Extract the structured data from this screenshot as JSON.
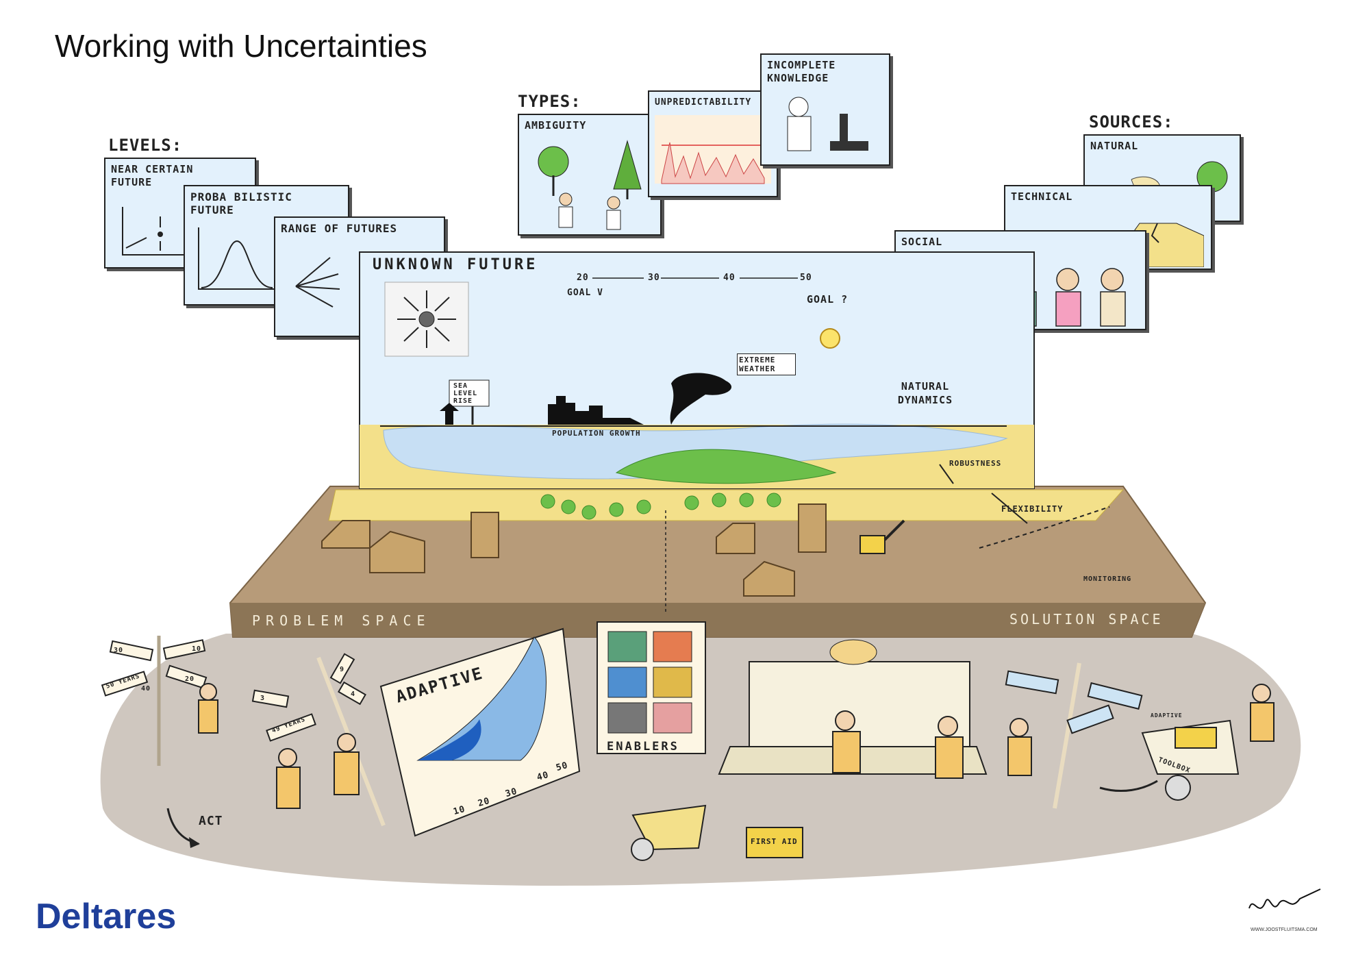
{
  "title": "Working with Uncertainties",
  "brand": "Deltares",
  "signature_url": "WWW.JOOSTFLUITSMA.COM",
  "colors": {
    "sky": "#e3f1fc",
    "sand": "#f3e08a",
    "ground": "#b79b79",
    "floor": "#cfc7bf",
    "brand": "#1f3f9a",
    "water": "#c7dff4"
  },
  "levels": {
    "heading": "LEVELS:",
    "items": [
      "NEAR CERTAIN FUTURE",
      "PROBA BILISTIC FUTURE",
      "RANGE OF FUTURES"
    ]
  },
  "types": {
    "heading": "TYPES:",
    "items": [
      "AMBIGUITY",
      "UNPREDICTABILITY",
      "INCOMPLETE KNOWLEDGE"
    ]
  },
  "sources": {
    "heading": "SOURCES:",
    "items": [
      "NATURAL",
      "TECHNICAL",
      "SOCIAL"
    ]
  },
  "main_panel": {
    "title": "UNKNOWN FUTURE",
    "timeline": [
      "20",
      "30",
      "40",
      "50"
    ],
    "goal_v": "GOAL V",
    "goal_q": "GOAL ?",
    "sea_level": "SEA LEVEL RISE",
    "extreme_weather": "EXTREME WEATHER",
    "population": "POPULATION GROWTH",
    "natural_dynamics": "NATURAL DYNAMICS",
    "robustness": "ROBUSTNESS",
    "flexibility": "FLEXIBILITY",
    "monitoring": "MONITORING"
  },
  "band": {
    "problem": "PROBLEM SPACE",
    "solution": "SOLUTION SPACE"
  },
  "signpost_left": [
    "30",
    "10",
    "50 YEARS",
    "20",
    "40"
  ],
  "signpost_mid": [
    "3",
    "9",
    "49 YEARS",
    "4"
  ],
  "adaptive": {
    "title": "ADAPTIVE",
    "axis": [
      "10",
      "20",
      "30",
      "40",
      "50"
    ]
  },
  "enablers": "ENABLERS",
  "act": "ACT",
  "first_aid": "FIRST AID",
  "toolbox": "TOOLBOX",
  "toolbox_sign": "ADAPTIVE"
}
